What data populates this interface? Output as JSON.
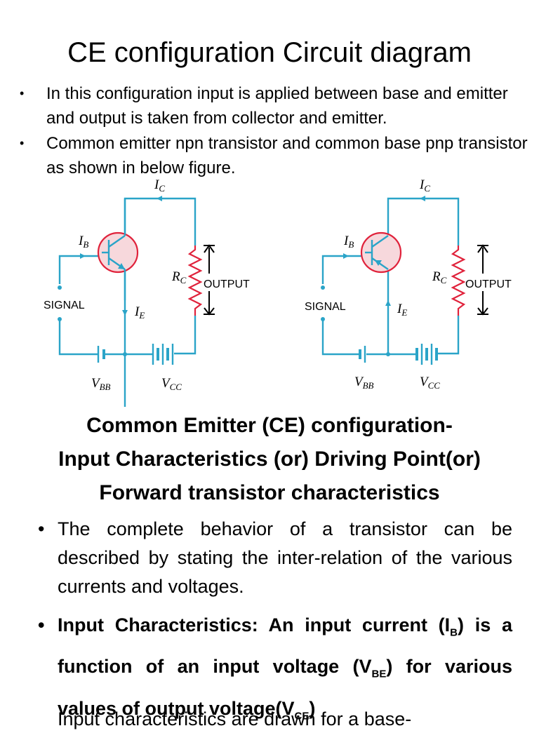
{
  "title": "CE configuration Circuit diagram",
  "intro_bullets": [
    "In this configuration input is applied between base and emitter and output is taken from collector and emitter.",
    "Common emitter npn transistor and common base pnp transistor as shown in below figure."
  ],
  "bullet_char": "•",
  "diagram": {
    "wire_color": "#2aa4c8",
    "transistor_fill": "#f7d8dc",
    "transistor_stroke": "#e0223b",
    "resistor_color": "#e0223b",
    "label_ic": "I",
    "sub_c": "C",
    "label_ib": "I",
    "sub_b": "B",
    "label_ie": "I",
    "sub_e": "E",
    "label_rc": "R",
    "label_output": "OUTPUT",
    "label_signal": "SIGNAL",
    "label_v": "V",
    "sub_bb": "BB",
    "sub_cc": "CC"
  },
  "subheading": {
    "line1": "Common Emitter (CE) configuration-",
    "line2": "Input Characteristics (or) Driving Point(or)",
    "line3": "Forward  transistor characteristics"
  },
  "body": {
    "bullet1": "The complete behavior of a transistor can be described by stating the inter-relation of the various currents and voltages.",
    "bullet2_a": "Input Characteristics: An input current (I",
    "bullet2_sub1": "B",
    "bullet2_b": ") is a function of an input voltage (V",
    "bullet2_sub2": "BE",
    "bullet2_c": ") for various values of output voltage(V",
    "bullet2_sub3": "CE",
    "bullet2_d": ")",
    "cut_line": "Input characteristics are drawn for a base-"
  }
}
